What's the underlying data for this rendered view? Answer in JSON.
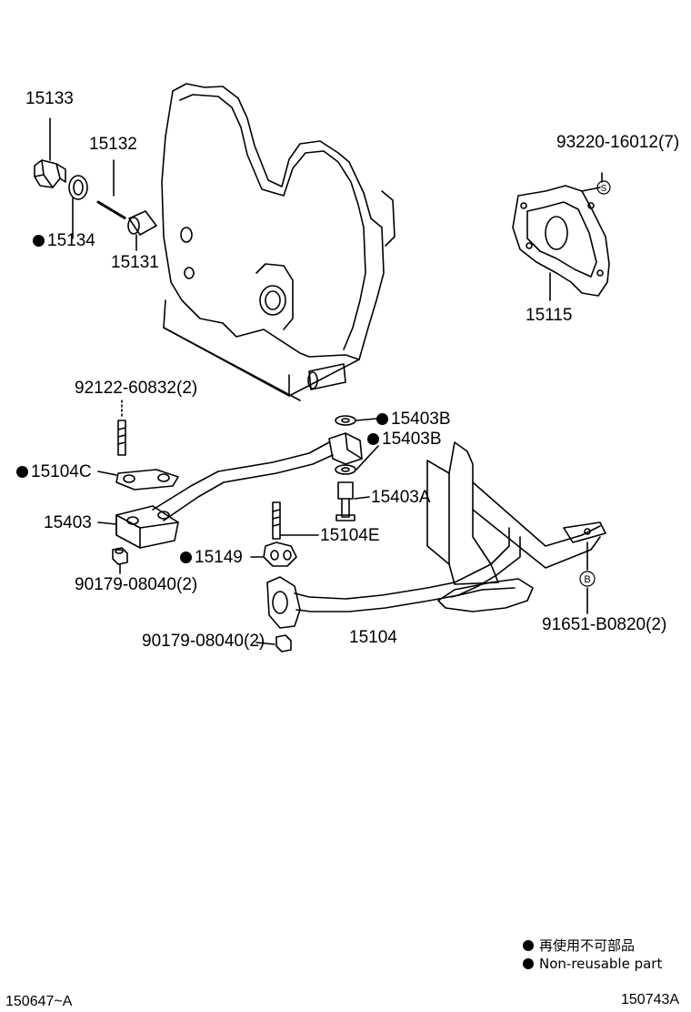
{
  "parts": {
    "p15133": "15133",
    "p15132": "15132",
    "p15134": "15134",
    "p15131": "15131",
    "p93220": "93220-16012(7)",
    "p15115": "15115",
    "p92122": "92122-60832(2)",
    "p15403B_top": "15403B",
    "p15403B_mid": "15403B",
    "p15104C": "15104C",
    "p15403A": "15403A",
    "p15403": "15403",
    "p15104E": "15104E",
    "p15149": "15149",
    "p90179_a": "90179-08040(2)",
    "p90179_b": "90179-08040(2)",
    "p15104": "15104",
    "p91651": "91651-B0820(2)"
  },
  "markers": {
    "s": "S",
    "b": "B"
  },
  "legend": {
    "zh": "再使用不可部品",
    "en": "Non-reusable part"
  },
  "footer": {
    "left": "150647~A",
    "right": "150743A"
  }
}
